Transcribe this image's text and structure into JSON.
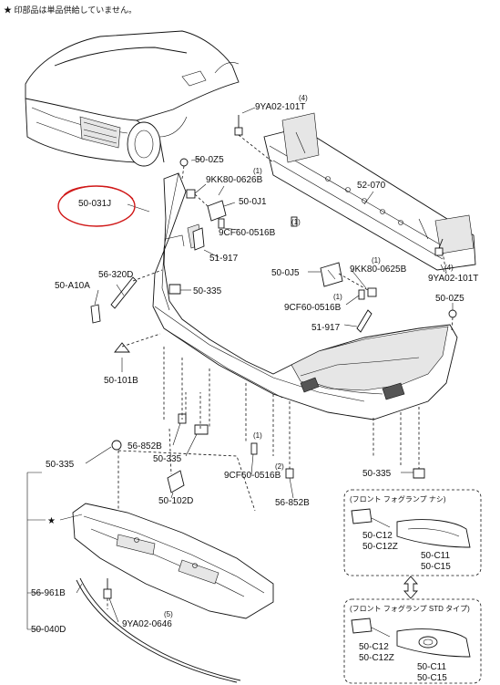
{
  "header_note": "★ 印部品は単品供給していません。",
  "highlight_color": "#d01818",
  "labels": {
    "50_0Z5_top": "50-0Z5",
    "9KK80_0626B": "9KK80-0626B",
    "50_0J1": "50-0J1",
    "9CF60_0516B_a": "9CF60-0516B",
    "50_031J": "50-031J",
    "51_917_a": "51-917",
    "56_320D": "56-320D",
    "50_A10A": "50-A10A",
    "50_335_a": "50-335",
    "50_101B": "50-101B",
    "9YA02_101T_a": "9YA02-101T",
    "52_070": "52-070",
    "50_0J5": "50-0J5",
    "9KK80_0625B": "9KK80-0625B",
    "9YA02_101T_b": "9YA02-101T",
    "50_0Z5_right": "50-0Z5",
    "9CF60_0516B_b": "9CF60-0516B",
    "51_917_b": "51-917",
    "56_852B_a": "56-852B",
    "50_335_b": "50-335",
    "9CF60_0516B_c": "9CF60-0516B",
    "50_102D": "50-102D",
    "56_852B_b": "56-852B",
    "50_335_c": "50-335",
    "50_335_d": "50-335",
    "56_961B": "56-961B",
    "50_040D": "50-040D",
    "9YA02_0646": "9YA02-0646",
    "q1": "(1)",
    "q2": "(1)",
    "q3": "(1)",
    "q4": "(1)",
    "q5": "(1)",
    "q6": "(2)",
    "q7": "(4)",
    "q8": "(4)",
    "q9": "(5)",
    "star_marker": "★"
  },
  "box_fog": {
    "title": "(フロント フォグランプ ナシ)",
    "c12": "50-C12",
    "c12z": "50-C12Z",
    "c11": "50-C11",
    "c15": "50-C15"
  },
  "box_std": {
    "title": "(フロント フォグランプ STD タイプ)",
    "c12": "50-C12",
    "c12z": "50-C12Z",
    "c11": "50-C11",
    "c15": "50-C15"
  }
}
